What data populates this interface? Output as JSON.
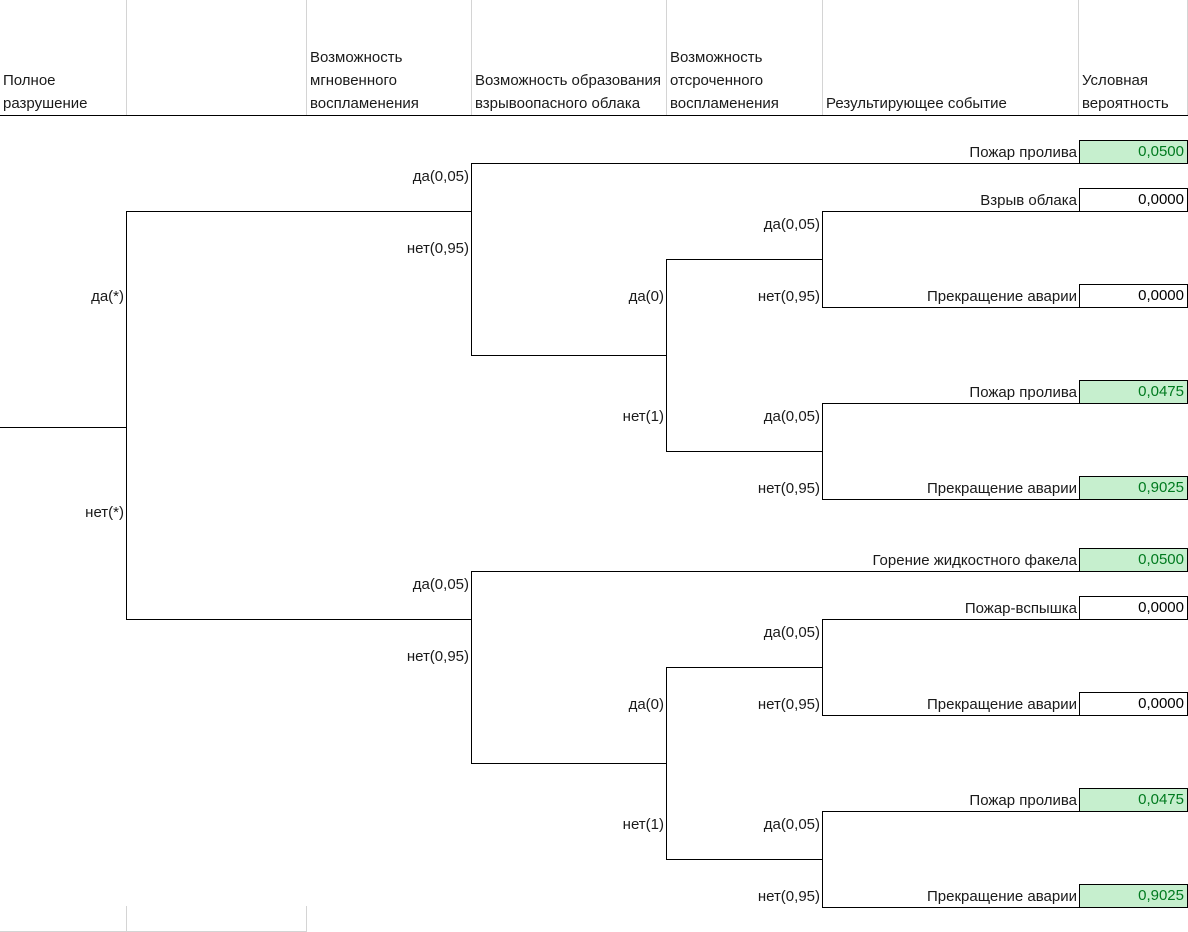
{
  "headers": [
    "Полное\nразрушение",
    "",
    "Возможность\nмгновенного\nвоспламенения",
    "Возможность образования\nвзрывоопасного облака",
    "Возможность\nотсроченного\nвоспламенения",
    "Результирующее событие",
    "Условная\nвероятность"
  ],
  "branches": {
    "root_yes": "да(*)",
    "root_no": "нет(*)",
    "top_ign_yes": "да(0,05)",
    "top_ign_no": "нет(0,95)",
    "top_cloud_yes": "да(0)",
    "top_cloud_no": "нет(1)",
    "top_a_yes": "да(0,05)",
    "top_a_no": "нет(0,95)",
    "top_b_yes": "да(0,05)",
    "top_b_no": "нет(0,95)",
    "bot_ign_yes": "да(0,05)",
    "bot_ign_no": "нет(0,95)",
    "bot_cloud_yes": "да(0)",
    "bot_cloud_no": "нет(1)",
    "bot_a_yes": "да(0,05)",
    "bot_a_no": "нет(0,95)",
    "bot_b_yes": "да(0,05)",
    "bot_b_no": "нет(0,95)"
  },
  "outcomes": [
    {
      "event": "Пожар пролива",
      "probability": "0,0500",
      "highlight": true
    },
    {
      "event": "Взрыв облака",
      "probability": "0,0000",
      "highlight": false
    },
    {
      "event": "Прекращение аварии",
      "probability": "0,0000",
      "highlight": false
    },
    {
      "event": "Пожар пролива",
      "probability": "0,0475",
      "highlight": true
    },
    {
      "event": "Прекращение аварии",
      "probability": "0,9025",
      "highlight": true
    },
    {
      "event": "Горение жидкостного факела",
      "probability": "0,0500",
      "highlight": true
    },
    {
      "event": "Пожар-вспышка",
      "probability": "0,0000",
      "highlight": false
    },
    {
      "event": "Прекращение аварии",
      "probability": "0,0000",
      "highlight": false
    },
    {
      "event": "Пожар пролива",
      "probability": "0,0475",
      "highlight": true
    },
    {
      "event": "Прекращение аварии",
      "probability": "0,9025",
      "highlight": true
    }
  ],
  "colors": {
    "highlight_fill": "#c6efce",
    "highlight_text": "#007a1f",
    "line": "#000000",
    "grid": "#d4d4d4"
  }
}
